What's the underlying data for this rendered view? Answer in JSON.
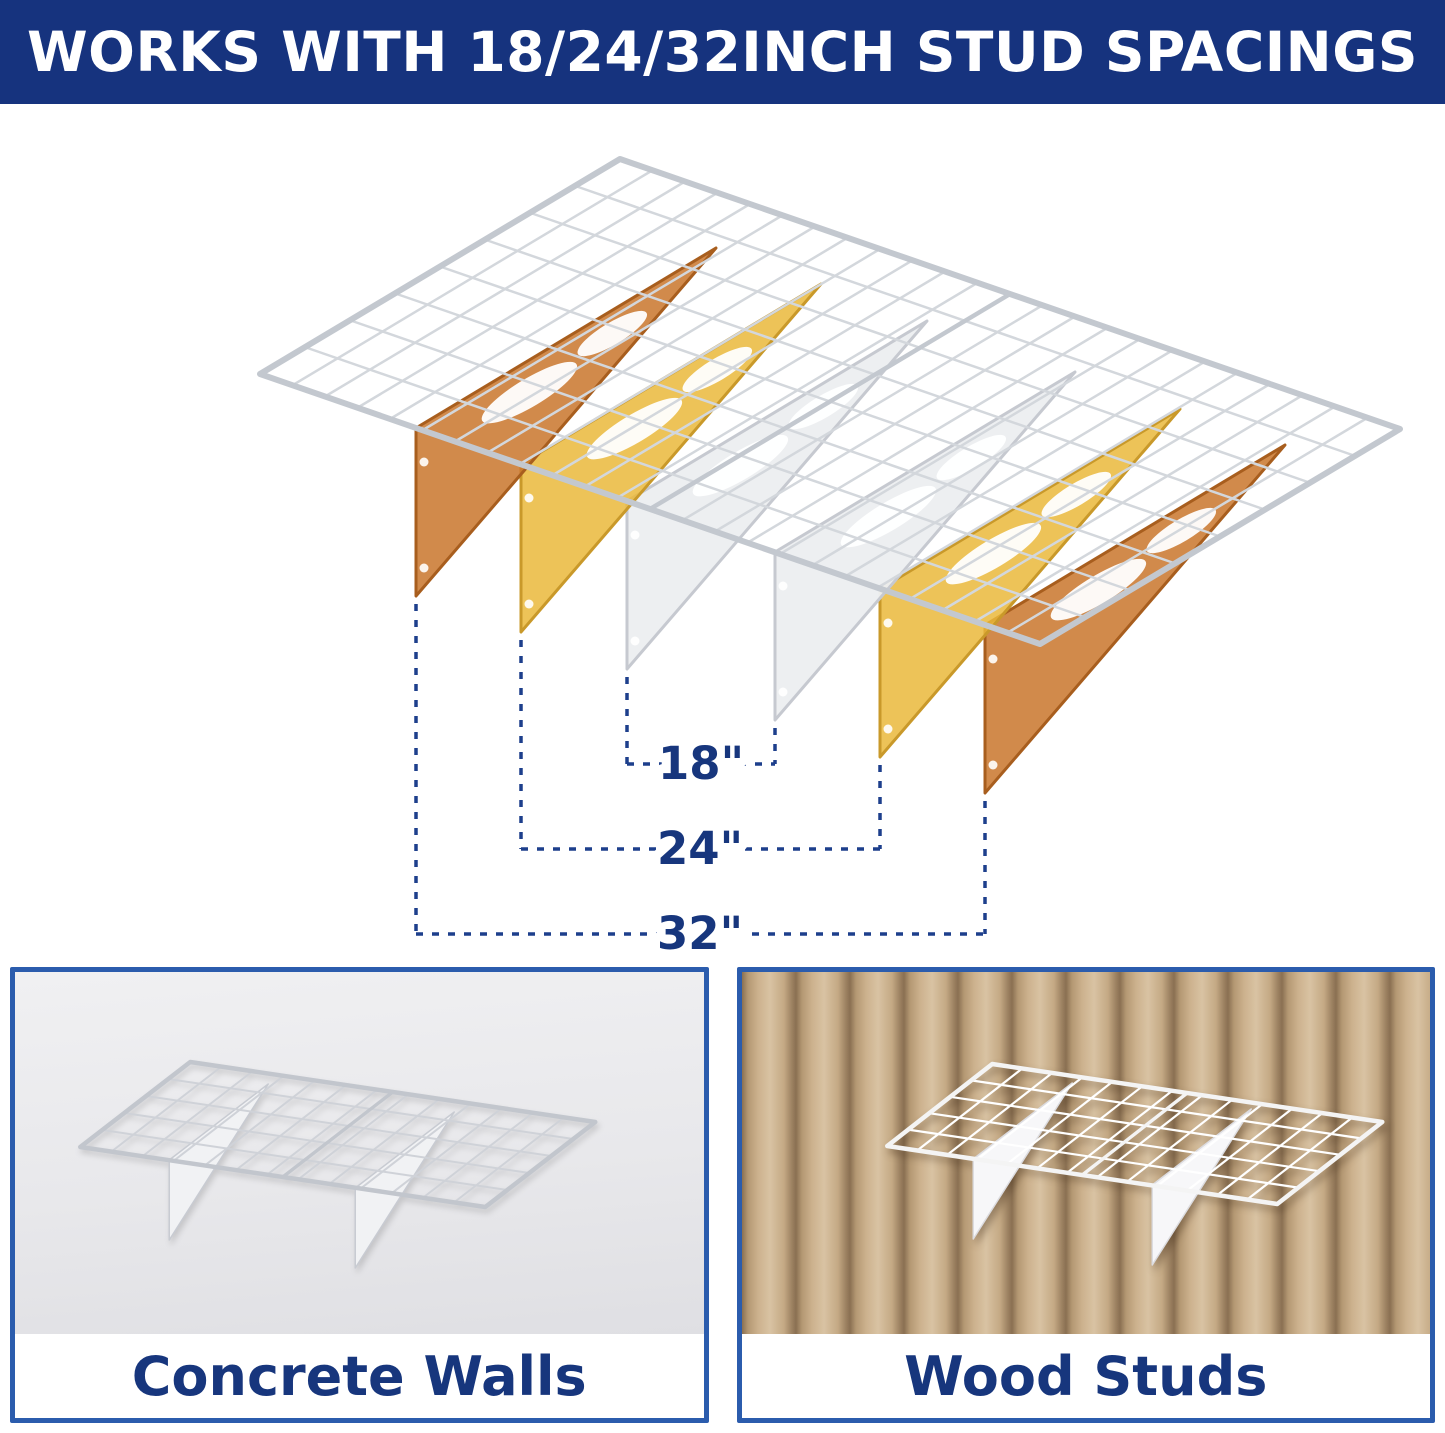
{
  "banner": {
    "title": "WORKS WITH 18/24/32INCH STUD SPACINGS"
  },
  "diagram": {
    "spacings": [
      {
        "label": "18\"",
        "bracket_color_name": "white"
      },
      {
        "label": "24\"",
        "bracket_color_name": "gold"
      },
      {
        "label": "32\"",
        "bracket_color_name": "orange"
      }
    ]
  },
  "panels": [
    {
      "label": "Concrete Walls"
    },
    {
      "label": "Wood Studs"
    }
  ],
  "theme": {
    "banner-bg": "#16337e",
    "navy": "#17367d",
    "navy-line": "#1d3f8c",
    "panel-border": "#2b5cad",
    "wire": "#d3d7dc",
    "wire-frame": "#c3c8cf",
    "bracket-orange": "#c9752b",
    "bracket-orange-stroke": "#a85e1e",
    "bracket-gold": "#eab83b",
    "bracket-gold-stroke": "#c9992a",
    "bracket-white": "#eceef1",
    "bracket-white-stroke": "#c6c9d0"
  }
}
